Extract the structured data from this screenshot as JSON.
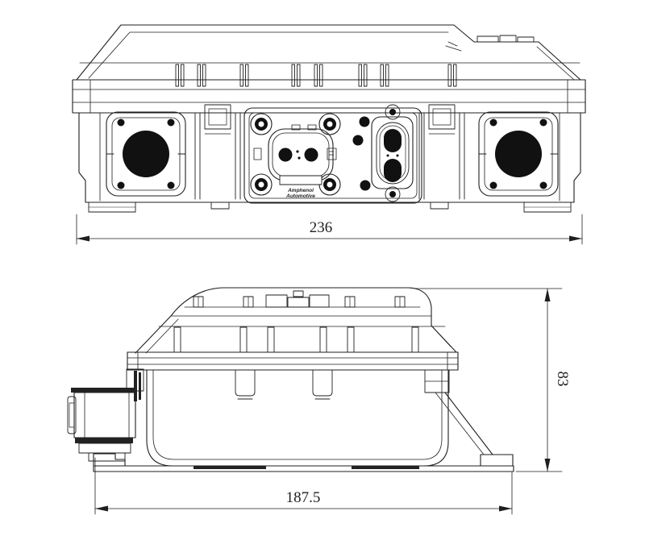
{
  "canvas": {
    "background": "#ffffff",
    "line_color": "#1f1f1f"
  },
  "dimensions": {
    "front_width": "236",
    "side_length": "187.5",
    "side_height": "83"
  },
  "labels": {
    "connector_brand_line1": "Amphenol",
    "connector_brand_line2": "Automotive"
  }
}
